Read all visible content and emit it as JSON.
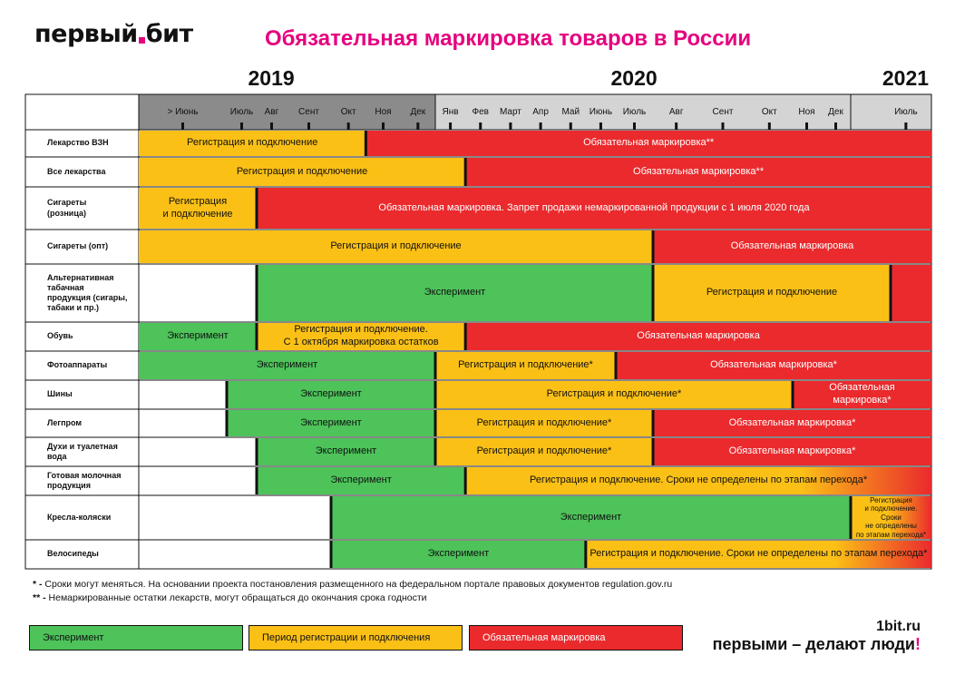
{
  "header": {
    "logo_left": "первый",
    "logo_right": "бит",
    "title": "Обязательная маркировка товаров в России"
  },
  "colors": {
    "experiment": "#4dc35a",
    "registration": "#fbc016",
    "mandatory": "#ea2a2d",
    "gray": "#8b8b8b",
    "light_gray": "#d4d4d4",
    "accent": "#e6007e"
  },
  "chart_data": {
    "type": "timeline",
    "years": [
      {
        "label": "2019",
        "month": 2.5
      },
      {
        "label": "2020",
        "month": 13.5
      },
      {
        "label": "2021",
        "month": 23.5
      }
    ],
    "months": [
      {
        "label": "> Июнь",
        "i": 0
      },
      {
        "label": "Июль",
        "i": 1
      },
      {
        "label": "Авг",
        "i": 2
      },
      {
        "label": "Сент",
        "i": 3
      },
      {
        "label": "Окт",
        "i": 4
      },
      {
        "label": "Ноя",
        "i": 5
      },
      {
        "label": "Дек",
        "i": 6
      },
      {
        "label": "Янв",
        "i": 7
      },
      {
        "label": "Фев",
        "i": 8
      },
      {
        "label": "Март",
        "i": 9
      },
      {
        "label": "Апр",
        "i": 10
      },
      {
        "label": "Май",
        "i": 11
      },
      {
        "label": "Июнь",
        "i": 12
      },
      {
        "label": "Июль",
        "i": 13
      },
      {
        "label": "Авг",
        "i": 14
      },
      {
        "label": "Сент",
        "i": 15
      },
      {
        "label": "Окт",
        "i": 16
      },
      {
        "label": "Ноя",
        "i": 17
      },
      {
        "label": "Дек",
        "i": 18
      },
      {
        "label": "Июль",
        "i": 23
      }
    ],
    "rows": [
      {
        "label": [
          "Лекарство ВЗН"
        ],
        "segments": [
          {
            "kind": "registration",
            "start": 0,
            "end": 5.0,
            "text": "Регистрация и подключение"
          },
          {
            "kind": "mandatory",
            "start": 5.0,
            "end": 26,
            "text": "Обязательная маркировка**"
          }
        ]
      },
      {
        "label": [
          "Все лекарства"
        ],
        "segments": [
          {
            "kind": "registration",
            "start": 0,
            "end": 8.0,
            "text": "Регистрация и подключение"
          },
          {
            "kind": "mandatory",
            "start": 8.0,
            "end": 26,
            "text": "Обязательная маркировка**"
          }
        ]
      },
      {
        "label": [
          "Сигареты",
          "(розница)"
        ],
        "segments": [
          {
            "kind": "registration",
            "start": 0,
            "end": 2.0,
            "text": "Регистрация\nи подключение"
          },
          {
            "kind": "mandatory",
            "start": 2.0,
            "end": 26,
            "text": "Обязательная маркировка. Запрет продажи немаркированной продукции с 1 июля 2020 года"
          }
        ]
      },
      {
        "label": [
          "Сигареты (опт)"
        ],
        "segments": [
          {
            "kind": "registration",
            "start": 0,
            "end": 14.0,
            "text": "Регистрация и подключение"
          },
          {
            "kind": "mandatory",
            "start": 14.0,
            "end": 26,
            "text": "Обязательная маркировка"
          }
        ]
      },
      {
        "label": [
          "Альтернативная табачная",
          "продукция (сигары, табаки и пр.)"
        ],
        "segments": [
          {
            "kind": "experiment",
            "start": 2.0,
            "end": 14.0,
            "text": "Эксперимент"
          },
          {
            "kind": "registration",
            "start": 14.0,
            "end": 22.0,
            "text": "Регистрация и подключение"
          },
          {
            "kind": "mandatory",
            "start": 22.0,
            "end": 26,
            "text": ""
          }
        ]
      },
      {
        "label": [
          "Обувь"
        ],
        "segments": [
          {
            "kind": "experiment",
            "start": 0,
            "end": 2.0,
            "text": "Эксперимент"
          },
          {
            "kind": "registration",
            "start": 2.0,
            "end": 8.0,
            "text": "Регистрация и подключение.\nС 1 октября маркировка остатков"
          },
          {
            "kind": "mandatory",
            "start": 8.0,
            "end": 26,
            "text": "Обязательная маркировка"
          }
        ]
      },
      {
        "label": [
          "Фотоаппараты"
        ],
        "segments": [
          {
            "kind": "experiment",
            "start": 0,
            "end": 7.0,
            "text": "Эксперимент"
          },
          {
            "kind": "registration",
            "start": 7.0,
            "end": 13.0,
            "text": "Регистрация и подключение*"
          },
          {
            "kind": "mandatory",
            "start": 13.0,
            "end": 26,
            "text": "Обязательная маркировка*"
          }
        ]
      },
      {
        "label": [
          "Шины"
        ],
        "segments": [
          {
            "kind": "experiment",
            "start": 1.0,
            "end": 7.0,
            "text": "Эксперимент"
          },
          {
            "kind": "registration",
            "start": 7.0,
            "end": 17.0,
            "text": "Регистрация и подключение*"
          },
          {
            "kind": "mandatory",
            "start": 17.0,
            "end": 26,
            "text": "Обязательная\nмаркировка*"
          }
        ]
      },
      {
        "label": [
          "Легпром"
        ],
        "segments": [
          {
            "kind": "experiment",
            "start": 1.0,
            "end": 7.0,
            "text": "Эксперимент"
          },
          {
            "kind": "registration",
            "start": 7.0,
            "end": 14.0,
            "text": "Регистрация и подключение*"
          },
          {
            "kind": "mandatory",
            "start": 14.0,
            "end": 26,
            "text": "Обязательная маркировка*"
          }
        ]
      },
      {
        "label": [
          "Духи и туалетная вода"
        ],
        "segments": [
          {
            "kind": "experiment",
            "start": 2.0,
            "end": 7.0,
            "text": "Эксперимент"
          },
          {
            "kind": "registration",
            "start": 7.0,
            "end": 14.0,
            "text": "Регистрация и подключение*"
          },
          {
            "kind": "mandatory",
            "start": 14.0,
            "end": 26,
            "text": "Обязательная маркировка*"
          }
        ]
      },
      {
        "label": [
          "Готовая молочная продукция"
        ],
        "segments": [
          {
            "kind": "experiment",
            "start": 2.0,
            "end": 8.0,
            "text": "Эксперимент"
          },
          {
            "kind": "gradient",
            "start": 8.0,
            "end": 26,
            "text": "Регистрация и подключение. Сроки не определены по этапам перехода*"
          }
        ]
      },
      {
        "label": [
          "Кресла-коляски"
        ],
        "segments": [
          {
            "kind": "experiment",
            "start": 4.0,
            "end": 19.0,
            "text": "Эксперимент"
          },
          {
            "kind": "gradient",
            "start": 19.0,
            "end": 26,
            "text": "Регистрация\nи подключение. Сроки\nне определены\nпо этапам перехода*",
            "small": true
          }
        ]
      },
      {
        "label": [
          "Велосипеды"
        ],
        "segments": [
          {
            "kind": "experiment",
            "start": 4.0,
            "end": 12.0,
            "text": "Эксперимент"
          },
          {
            "kind": "gradient",
            "start": 12.0,
            "end": 26,
            "text": "Регистрация и подключение. Сроки не определены по этапам перехода*"
          }
        ]
      }
    ]
  },
  "footnotes": {
    "note1_mark": "* -",
    "note1": "Сроки могут меняться. На основании проекта постановления размещенного на федеральном портале правовых документов regulation.gov.ru",
    "note2_mark": "** -",
    "note2": "Немаркированные остатки лекарств, могут обращаться до окончания срока годности"
  },
  "legend": {
    "experiment": "Эксперимент",
    "registration": "Период регистрации и подключения",
    "mandatory": "Обязательная маркировка"
  },
  "footer": {
    "site": "1bit.ru",
    "slogan": "первыми – делают люди",
    "slogan_mark": "!"
  }
}
